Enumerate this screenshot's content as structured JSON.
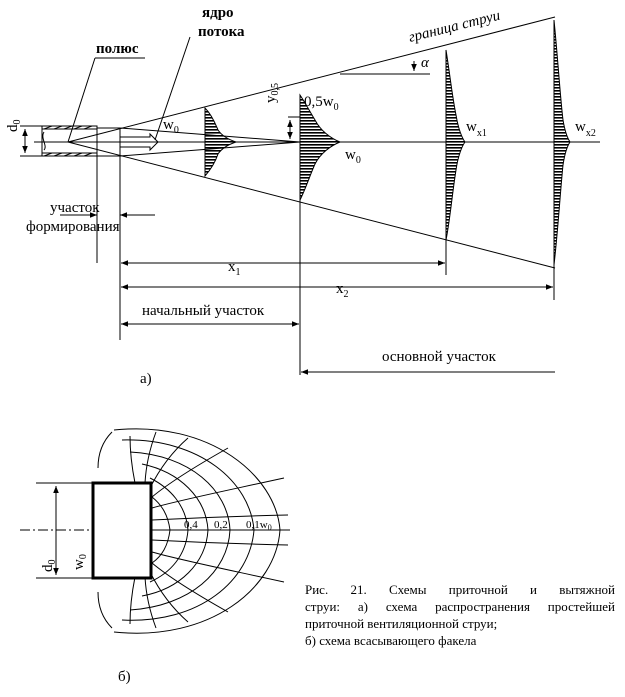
{
  "diagram_a": {
    "label_pole": "полюс",
    "label_core_1": "ядро",
    "label_core_2": "потока",
    "label_boundary": "граница струи",
    "label_alpha": "α",
    "label_y": "y",
    "label_y_sub": "0,5",
    "label_half_w": "0,5w",
    "label_half_w_sub": "0",
    "label_w0_core": "w",
    "label_w0_core_sub": "0",
    "label_w0_axis": "w",
    "label_w0_axis_sub": "0",
    "label_wx1": "w",
    "label_wx1_sub": "x1",
    "label_wx2": "w",
    "label_wx2_sub": "x2",
    "label_d0": "d",
    "label_d0_sub": "0",
    "label_formation_1": "участок",
    "label_formation_2": "формирования",
    "label_x1": "x",
    "label_x1_sub": "1",
    "label_x2": "x",
    "label_x2_sub": "2",
    "label_initial": "начальный участок",
    "label_main": "основной участок",
    "panel_label": "а)"
  },
  "diagram_b": {
    "label_d0": "d",
    "label_d0_sub": "0",
    "label_w0": "w",
    "label_w0_sub": "0",
    "iso_1": "0,4",
    "iso_2": "0,2",
    "iso_3": "0,1w",
    "iso_3_sub": "0",
    "panel_label": "б)"
  },
  "caption": {
    "line1": "Рис. 21. Схемы приточной и вытяжной",
    "line2": "струи: а) схема распространения простейшей приточной вентиляционной струи;",
    "line3": "б) схема всасывающего факела"
  }
}
